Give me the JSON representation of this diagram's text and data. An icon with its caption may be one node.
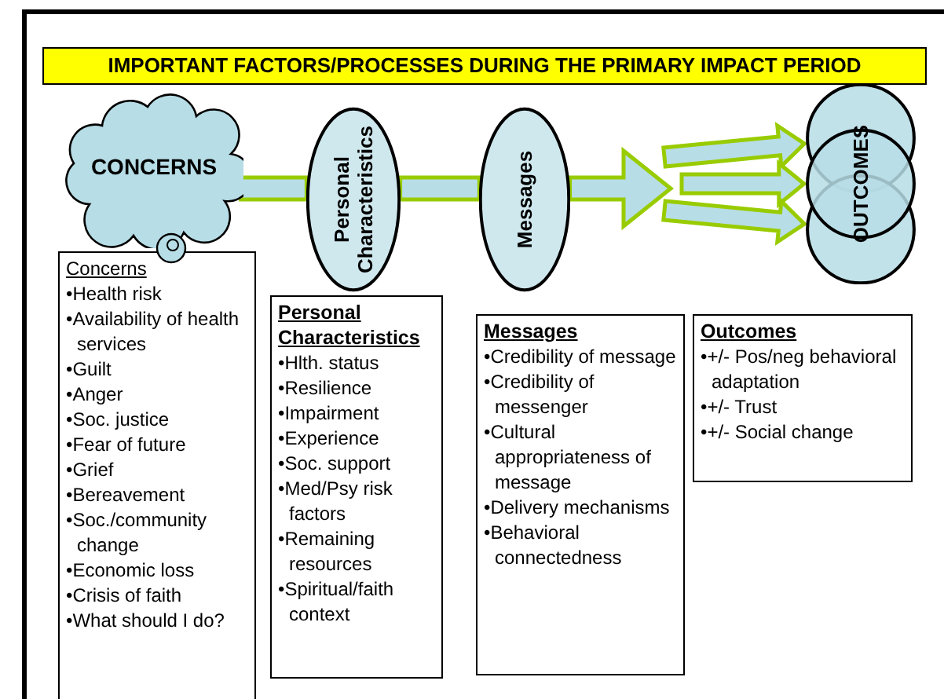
{
  "diagram": {
    "title": "IMPORTANT FACTORS/PROCESSES DURING THE PRIMARY IMPACT PERIOD",
    "nodes": [
      {
        "text": [
          "CONCERNS"
        ]
      },
      {
        "text": [
          "Personal Characteristics"
        ]
      },
      {
        "text": [
          "Messages"
        ]
      },
      {
        "text": [],
        "shape": "circle"
      },
      {
        "text": [
          "OUTCOMES"
        ]
      },
      {
        "text": [],
        "shape": "circle"
      },
      {
        "text": [
          "Concerns",
          "•Health risk",
          "•Availability of health services",
          "•Guilt",
          "•Anger",
          "•Soc. justice",
          "•Fear of future",
          "•Grief",
          "•Bereavement",
          "•Soc./community change",
          "•Economic loss",
          "•Crisis of faith",
          "•What should I do?"
        ]
      },
      {
        "text": [
          "Personal Characteristics",
          "•Hlth. status",
          "•Resilience",
          "•Impairment",
          "•Experience",
          "•Soc. support",
          "•Med/Psy risk factors",
          "•Remaining resources",
          "•Spiritual/faith context"
        ]
      },
      {
        "text": [
          "Messages",
          "•Credibility of message",
          "•Credibility of messenger",
          "•Cultural appropriateness of message",
          "•Delivery mechanisms",
          "•Behavioral connectedness"
        ]
      },
      {
        "text": [
          "Outcomes",
          "•+/- Pos/neg behavioral adaptation",
          "•+/- Trust",
          "•+/- Social change"
        ]
      }
    ],
    "edges": [
      {
        "from": 0,
        "to": 1,
        "arrow": "none"
      },
      {
        "from": 1,
        "to": 2,
        "arrow": "none"
      },
      {
        "from": 2,
        "to": null,
        "arrow": "to"
      },
      {
        "from": null,
        "to": 3,
        "arrow": "to"
      },
      {
        "from": null,
        "to": 4,
        "arrow": "to"
      },
      {
        "from": null,
        "to": 5,
        "arrow": "to"
      }
    ]
  }
}
